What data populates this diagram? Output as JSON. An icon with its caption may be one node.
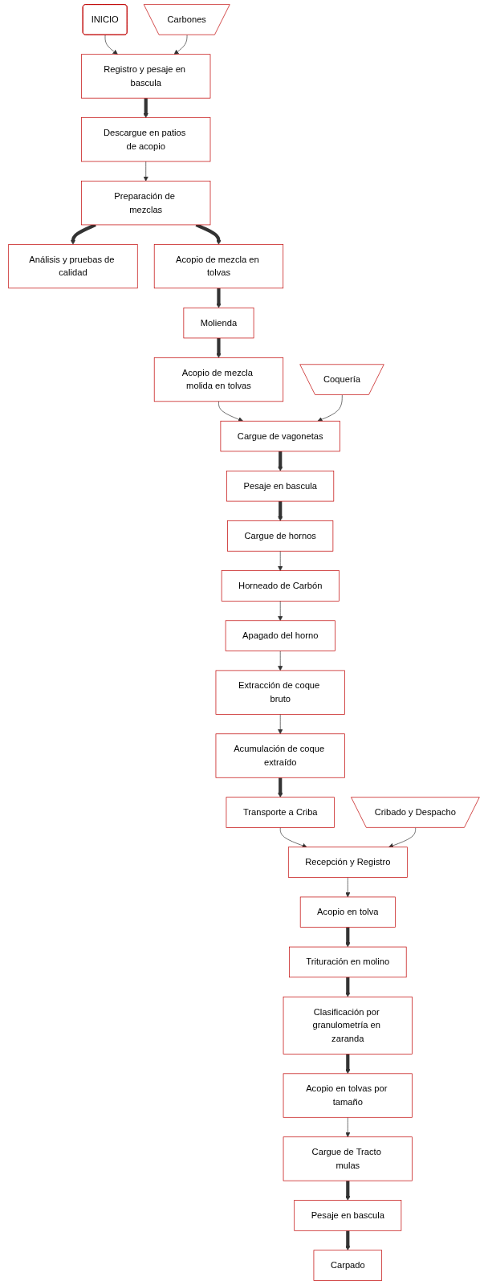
{
  "diagram": {
    "nodes": [
      {
        "text": [
          "INICIO"
        ]
      },
      {
        "text": [
          "Carbones"
        ]
      },
      {
        "text": [
          "Registro y pesaje en bascula"
        ]
      },
      {
        "text": [
          "Descargue en patios de acopio"
        ]
      },
      {
        "text": [
          "Preparación de mezclas"
        ]
      },
      {
        "text": [
          "Análisis y pruebas de calidad"
        ]
      },
      {
        "text": [
          "Acopio de mezcla en tolvas"
        ]
      },
      {
        "text": [
          "Molienda"
        ]
      },
      {
        "text": [
          "Acopio de mezcla molida en tolvas"
        ]
      },
      {
        "text": [
          "Coquería"
        ]
      },
      {
        "text": [
          "Cargue de vagonetas"
        ]
      },
      {
        "text": [
          "Pesaje en bascula"
        ]
      },
      {
        "text": [
          "Cargue de hornos"
        ]
      },
      {
        "text": [
          "Horneado de Carbón"
        ]
      },
      {
        "text": [
          "Apagado del horno"
        ]
      },
      {
        "text": [
          "Extracción de coque bruto"
        ]
      },
      {
        "text": [
          "Acumulación de coque extraído"
        ]
      },
      {
        "text": [
          "Transporte a Criba"
        ]
      },
      {
        "text": [
          "Cribado y Despacho"
        ]
      },
      {
        "text": [
          "Recepción y Registro"
        ]
      },
      {
        "text": [
          "Acopio en tolva"
        ]
      },
      {
        "text": [
          "Trituración en molino"
        ]
      },
      {
        "text": [
          "Clasificación por granulometría en zaranda"
        ]
      },
      {
        "text": [
          "Acopio en tolvas por tamaño"
        ]
      },
      {
        "text": [
          "Cargue de Tracto mulas"
        ]
      },
      {
        "text": [
          "Pesaje en bascula"
        ]
      },
      {
        "text": [
          "Carpado"
        ]
      }
    ],
    "edges": [
      {
        "from": 0,
        "to": 2,
        "arrow": "to"
      },
      {
        "from": 1,
        "to": 2,
        "arrow": "to"
      },
      {
        "from": 2,
        "to": 3,
        "arrow": "to",
        "style": "thick"
      },
      {
        "from": 3,
        "to": 4,
        "arrow": "to"
      },
      {
        "from": 4,
        "to": 5,
        "arrow": "to",
        "style": "thick"
      },
      {
        "from": 4,
        "to": 6,
        "arrow": "to",
        "style": "thick"
      },
      {
        "from": 6,
        "to": 7,
        "arrow": "to",
        "style": "thick"
      },
      {
        "from": 7,
        "to": 8,
        "arrow": "to",
        "style": "thick"
      },
      {
        "from": 8,
        "to": 10,
        "arrow": "to"
      },
      {
        "from": 9,
        "to": 10,
        "arrow": "to"
      },
      {
        "from": 10,
        "to": 11,
        "arrow": "to",
        "style": "thick"
      },
      {
        "from": 11,
        "to": 12,
        "arrow": "to",
        "style": "thick"
      },
      {
        "from": 12,
        "to": 13,
        "arrow": "to"
      },
      {
        "from": 13,
        "to": 14,
        "arrow": "to"
      },
      {
        "from": 14,
        "to": 15,
        "arrow": "to"
      },
      {
        "from": 15,
        "to": 16,
        "arrow": "to"
      },
      {
        "from": 16,
        "to": 17,
        "arrow": "to",
        "style": "thick"
      },
      {
        "from": 17,
        "to": 19,
        "arrow": "to"
      },
      {
        "from": 18,
        "to": 19,
        "arrow": "to"
      },
      {
        "from": 19,
        "to": 20,
        "arrow": "to"
      },
      {
        "from": 20,
        "to": 21,
        "arrow": "to",
        "style": "thick"
      },
      {
        "from": 21,
        "to": 22,
        "arrow": "to",
        "style": "thick"
      },
      {
        "from": 22,
        "to": 23,
        "arrow": "to",
        "style": "thick"
      },
      {
        "from": 23,
        "to": 24,
        "arrow": "to"
      },
      {
        "from": 24,
        "to": 25,
        "arrow": "to",
        "style": "thick"
      },
      {
        "from": 25,
        "to": 26,
        "arrow": "to",
        "style": "thick"
      }
    ]
  }
}
